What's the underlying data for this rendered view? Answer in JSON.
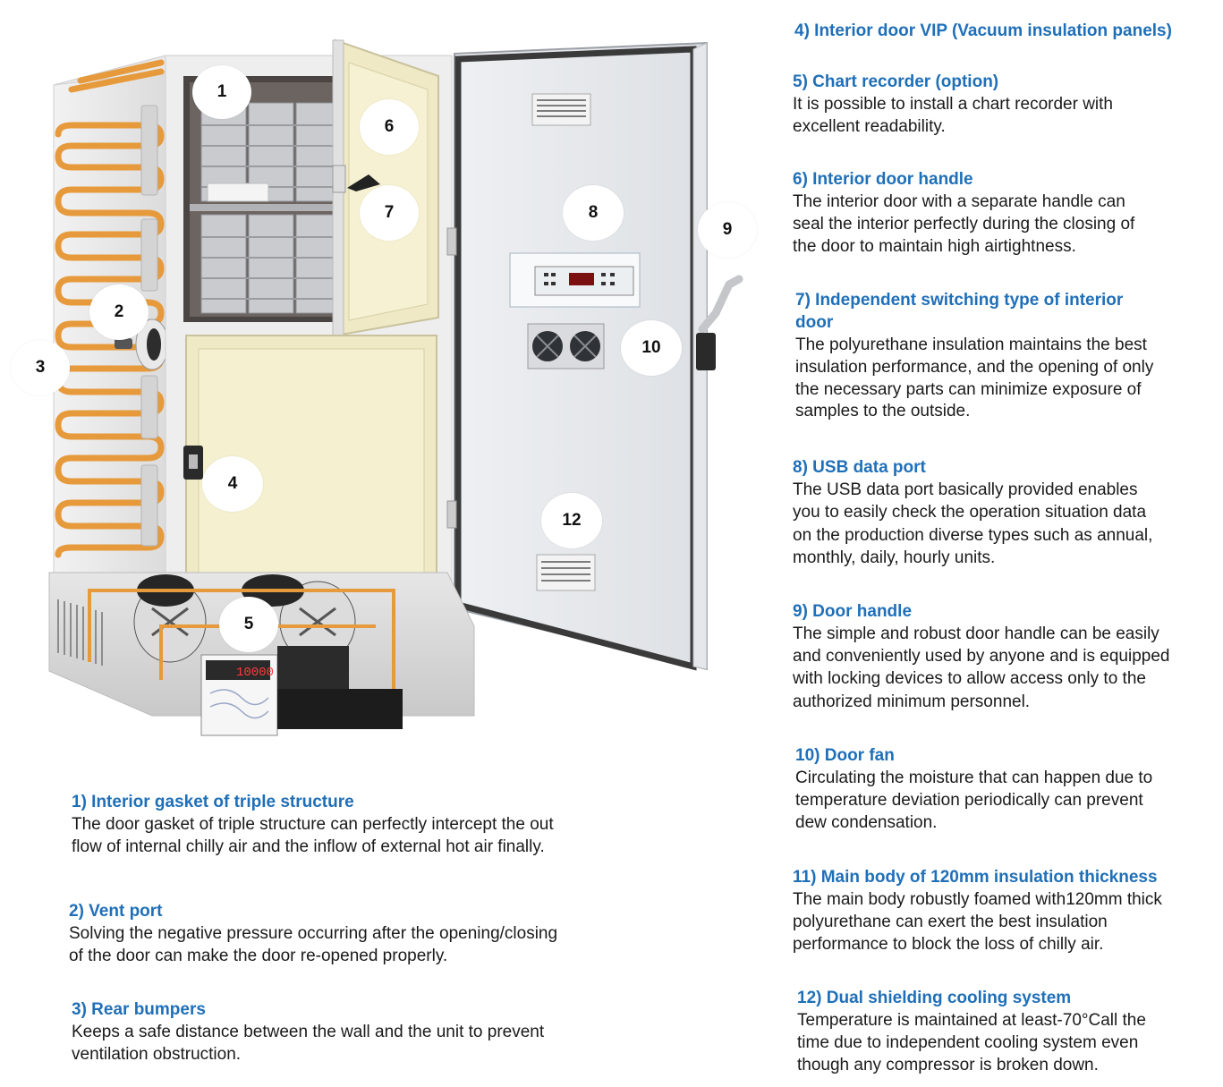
{
  "markers": [
    "1",
    "2",
    "3",
    "4",
    "5",
    "6",
    "7",
    "8",
    "9",
    "10",
    "12"
  ],
  "controller_display": "10000",
  "features": [
    {
      "title": "1) Interior gasket of triple structure",
      "lines": [
        "The door gasket of triple structure can perfectly intercept the out",
        "flow of internal chilly air and the inflow of external hot air finally."
      ]
    },
    {
      "title": "2) Vent port",
      "lines": [
        "Solving the negative pressure occurring after the opening/closing",
        "of the door can make the door re-opened properly."
      ]
    },
    {
      "title": "3) Rear bumpers",
      "lines": [
        "Keeps a safe distance between the wall and the unit to prevent",
        "ventilation obstruction."
      ]
    },
    {
      "title": "4) Interior door VIP (Vacuum insulation panels)",
      "lines": []
    },
    {
      "title": "5) Chart recorder (option)",
      "lines": [
        "It is possible to install a chart recorder with",
        "excellent readability."
      ]
    },
    {
      "title": "6) Interior door handle",
      "lines": [
        "The interior door with a separate handle can",
        "seal the interior perfectly during the closing of",
        "the door to maintain high airtightness."
      ]
    },
    {
      "title_lines": [
        "7) Independent switching type of interior",
        "door"
      ],
      "lines": [
        "The polyurethane insulation maintains the best",
        "insulation performance, and the opening of only",
        "the necessary parts can minimize exposure of",
        "samples to the outside."
      ]
    },
    {
      "title": "8) USB data port",
      "lines": [
        "The USB data port basically provided enables",
        "you to easily check the operation situation data",
        "on the production diverse types such as annual,",
        "monthly, daily, hourly units."
      ]
    },
    {
      "title": "9) Door handle",
      "lines": [
        "The simple and robust door handle can be easily",
        "and conveniently used by anyone and is equipped",
        "with locking devices to allow access only to the",
        "authorized minimum personnel."
      ]
    },
    {
      "title": "10) Door fan",
      "lines": [
        "Circulating the moisture that can happen due to",
        "temperature deviation periodically can prevent",
        "dew condensation."
      ]
    },
    {
      "title": "11) Main body of 120mm insulation thickness",
      "lines": [
        "The main body robustly foamed with120mm thick",
        "polyurethane can exert the best insulation",
        "performance to block the loss of chilly air."
      ]
    },
    {
      "title": "12) Dual shielding cooling system",
      "lines": [
        "Temperature is maintained at least-70°Call the",
        "time due to independent cooling system even",
        "though any compressor is broken down."
      ]
    }
  ]
}
